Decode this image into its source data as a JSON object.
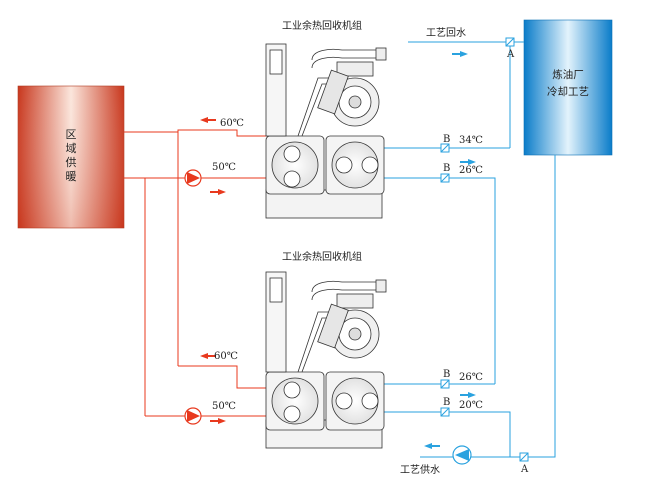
{
  "title_top": "工业余热回收机组",
  "title_bottom": "工业余热回收机组",
  "district_heating": {
    "chars": [
      "区",
      "域",
      "供",
      "暖"
    ],
    "colors": {
      "top": "#c8361c",
      "mid": "#fbe6dc",
      "edge": "#e9764f"
    }
  },
  "refinery_cooling": {
    "line1": "炼油厂",
    "line2": "冷却工艺",
    "colors": {
      "edge": "#0a88d6",
      "mid": "#d7eefb"
    }
  },
  "process_return_label": "工艺回水",
  "process_supply_label": "工艺供水",
  "valve_a_label": "A",
  "valve_b_label": "B",
  "upper_unit": {
    "hot_out_temp": "60℃",
    "hot_in_temp": "50℃",
    "cold_in_temp": "34℃",
    "cold_out_temp": "26℃"
  },
  "lower_unit": {
    "hot_out_temp": "60℃",
    "hot_in_temp": "50℃",
    "cold_in_temp": "26℃",
    "cold_out_temp": "20℃"
  },
  "colors": {
    "hot_line": "#e8391e",
    "cold_line": "#2aa2df",
    "pump_red": "#e8391e",
    "machine_line": "#333333"
  }
}
